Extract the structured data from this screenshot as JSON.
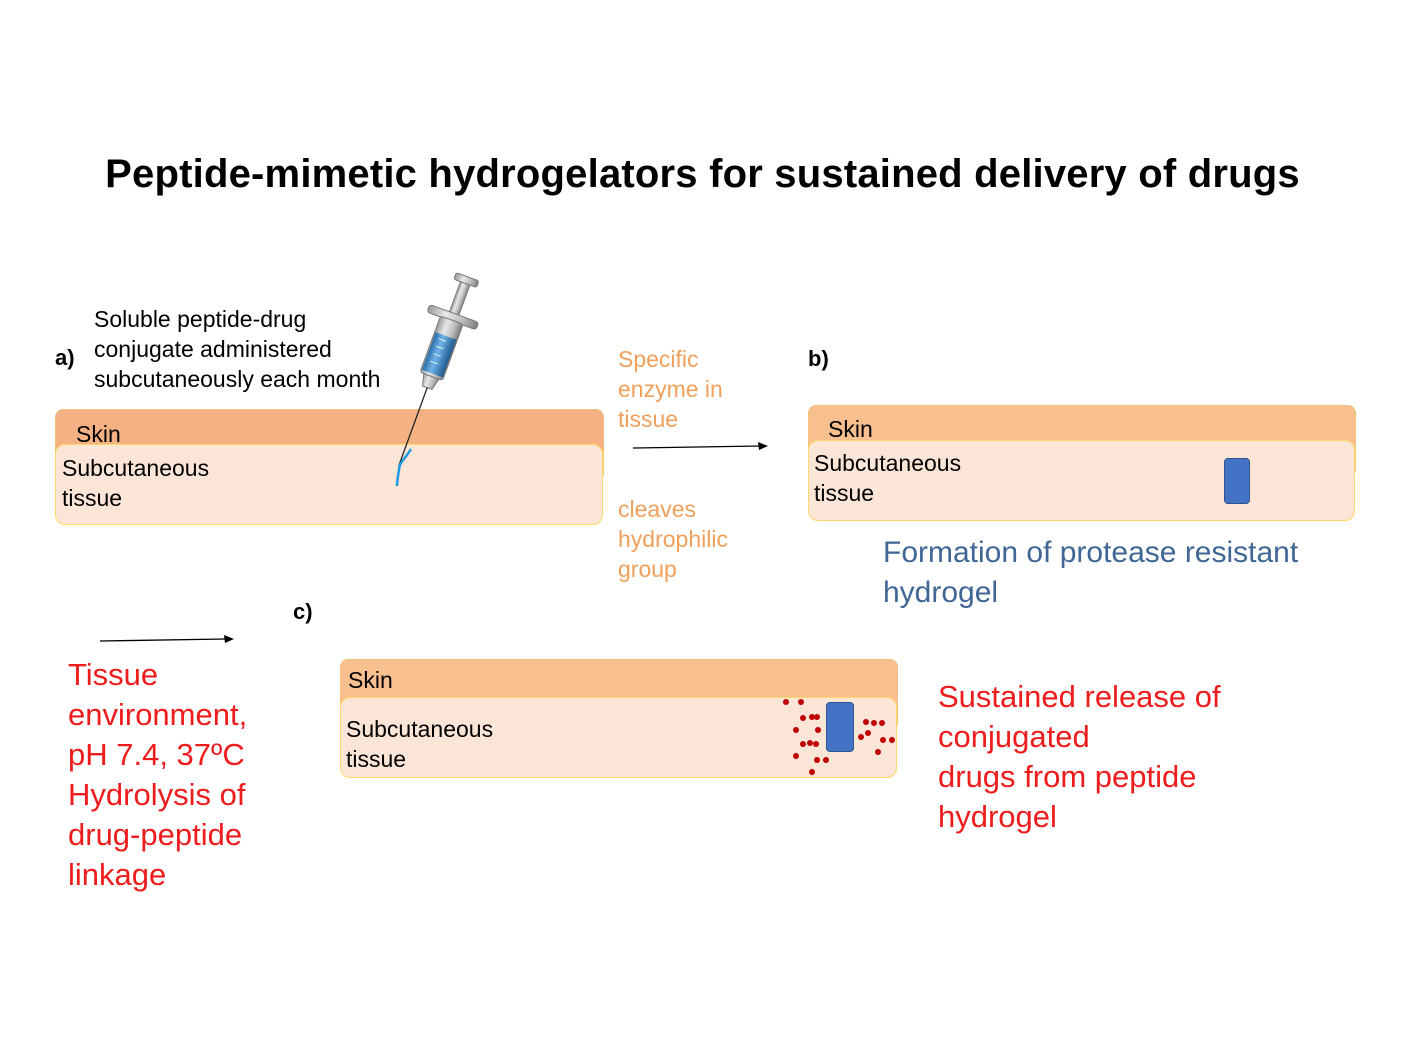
{
  "title": "Peptide-mimetic hydrogelators for sustained delivery of drugs",
  "panel_a": {
    "label": "a)",
    "note_lines": [
      "Soluble peptide-drug",
      "conjugate administered",
      "subcutaneously each month"
    ],
    "skin_label": "Skin",
    "tissue_lines": [
      "Subcutaneous",
      "tissue"
    ]
  },
  "step_ab": {
    "top_lines": [
      "Specific",
      "enzyme in",
      "tissue"
    ],
    "bottom_lines": [
      "cleaves",
      "hydrophilic",
      "group"
    ],
    "color": "#f0a05a"
  },
  "panel_b": {
    "label": "b)",
    "skin_label": "Skin",
    "tissue_lines": [
      "Subcutaneous",
      "tissue"
    ],
    "caption_lines": [
      "Formation of protease resistant",
      "hydrogel"
    ],
    "caption_color": "#3f6695"
  },
  "step_bc": {
    "lines": [
      "Tissue",
      "environment,",
      "pH 7.4, 37ºC",
      "Hydrolysis of",
      "drug-peptide",
      "linkage"
    ],
    "color": "#ee1c1c"
  },
  "panel_c": {
    "label": "c)",
    "skin_label": "Skin",
    "tissue_lines": [
      "Subcutaneous",
      "tissue"
    ],
    "caption_lines": [
      "Sustained release of",
      "conjugated",
      "drugs from peptide",
      "hydrogel"
    ],
    "caption_color": "#ee1c1c"
  },
  "colors": {
    "skin": "#f4b183",
    "tissue": "#fbe5d6",
    "tissue_border": "#ffd966",
    "hydrogel": "#4472c4",
    "drug_dots": "#c00000",
    "needle_tip": "#1e9be0"
  }
}
